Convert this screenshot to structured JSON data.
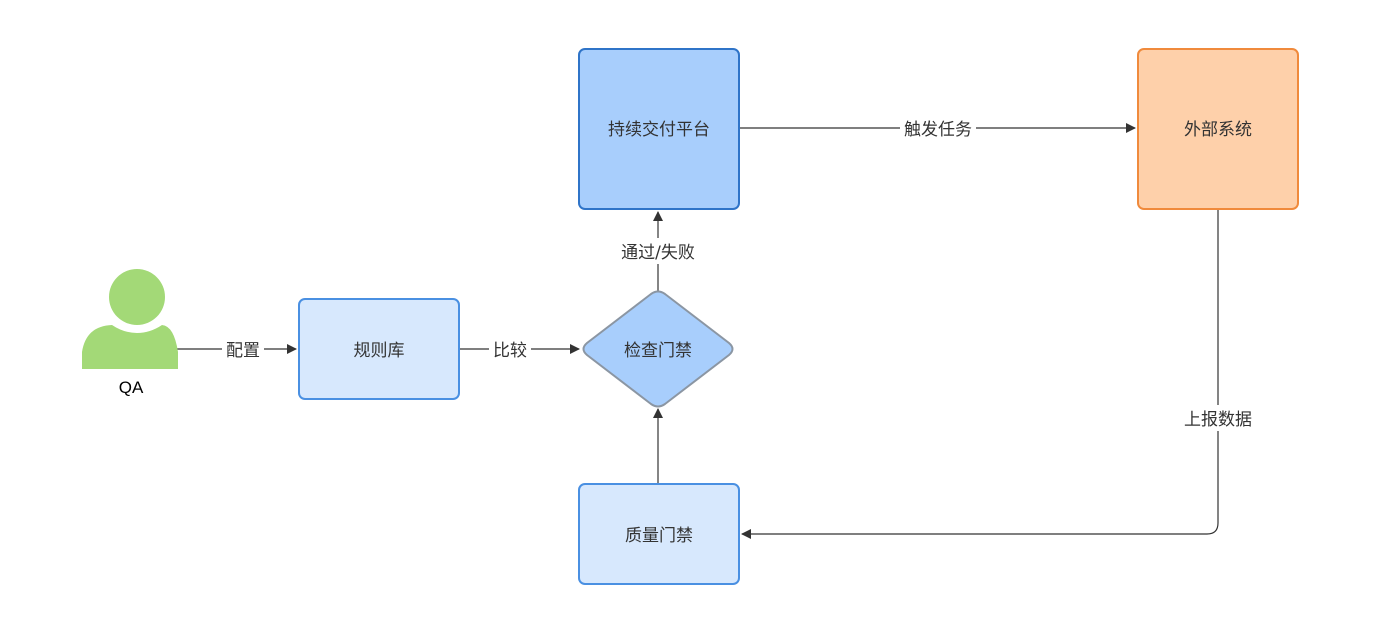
{
  "diagram": {
    "actor": {
      "label": "QA",
      "color": "#a3d977"
    },
    "nodes": {
      "rules": {
        "label": "规则库",
        "fill": "#d7e8fd",
        "stroke": "#4a90e2"
      },
      "cd_platform": {
        "label": "持续交付平台",
        "fill": "#a8cefc",
        "stroke": "#2f74c8"
      },
      "check_gate": {
        "label": "检查门禁",
        "fill": "#a8cefc",
        "stroke": "#8b96a3"
      },
      "quality_gate": {
        "label": "质量门禁",
        "fill": "#d7e8fd",
        "stroke": "#4a90e2"
      },
      "external": {
        "label": "外部系统",
        "fill": "#fed0aa",
        "stroke": "#f08a3c"
      }
    },
    "edges": {
      "configure": {
        "label": "配置"
      },
      "compare": {
        "label": "比较"
      },
      "pass_fail": {
        "label": "通过/失败"
      },
      "trigger": {
        "label": "触发任务"
      },
      "report": {
        "label": "上报数据"
      },
      "gate_feed": {
        "label": ""
      }
    }
  }
}
